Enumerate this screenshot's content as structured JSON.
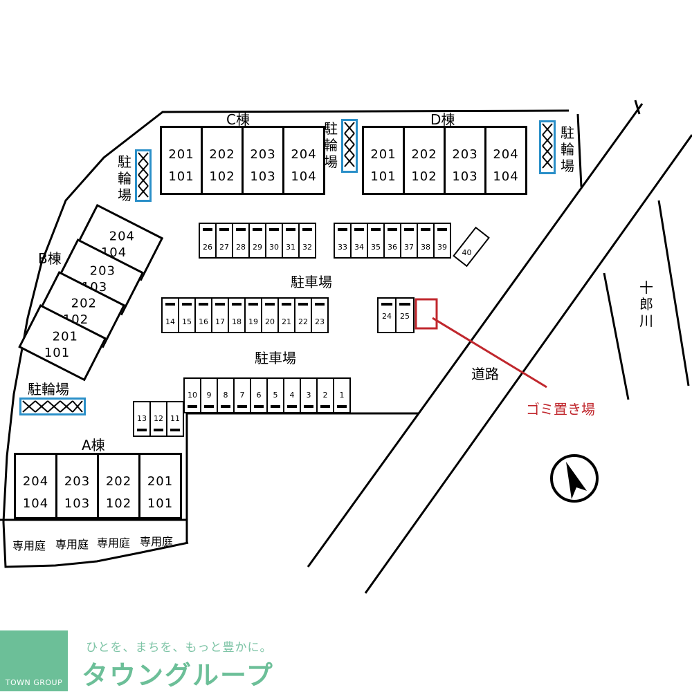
{
  "buildings": {
    "c_label": "C棟",
    "d_label": "D棟",
    "b_label": "B棟",
    "a_label": "A棟"
  },
  "c_units": [
    {
      "top": "201",
      "bottom": "101"
    },
    {
      "top": "202",
      "bottom": "102"
    },
    {
      "top": "203",
      "bottom": "103"
    },
    {
      "top": "204",
      "bottom": "104"
    }
  ],
  "d_units": [
    {
      "top": "201",
      "bottom": "101"
    },
    {
      "top": "202",
      "bottom": "102"
    },
    {
      "top": "203",
      "bottom": "103"
    },
    {
      "top": "204",
      "bottom": "104"
    }
  ],
  "b_units": [
    {
      "top": "204",
      "bottom": "104"
    },
    {
      "top": "203",
      "bottom": "103"
    },
    {
      "top": "202",
      "bottom": "102"
    },
    {
      "top": "201",
      "bottom": "101"
    }
  ],
  "a_units": [
    {
      "top": "204",
      "bottom": "104"
    },
    {
      "top": "203",
      "bottom": "103"
    },
    {
      "top": "202",
      "bottom": "102"
    },
    {
      "top": "201",
      "bottom": "101"
    }
  ],
  "gardens": [
    "専用庭",
    "専用庭",
    "専用庭",
    "専用庭"
  ],
  "bicycle_parking_label": "駐輪場",
  "parking_label": "駐車場",
  "parking_rows": {
    "row_c": [
      "26",
      "27",
      "28",
      "29",
      "30",
      "31",
      "32"
    ],
    "row_d": [
      "33",
      "34",
      "35",
      "36",
      "37",
      "38",
      "39"
    ],
    "row_mid": [
      "14",
      "15",
      "16",
      "17",
      "18",
      "19",
      "20",
      "21",
      "22",
      "23"
    ],
    "row_side": [
      "24",
      "25"
    ],
    "row_low": [
      "10",
      "9",
      "8",
      "7",
      "6",
      "5",
      "4",
      "3",
      "2",
      "1"
    ],
    "row_a": [
      "13",
      "12",
      "11"
    ],
    "angled": "40"
  },
  "road_label": "道路",
  "river_label": "十郎川",
  "garbage_label": "ゴミ置き場",
  "colors": {
    "bicycle_frame": "#2a8fc8",
    "garbage": "#c0272d",
    "brand": "#6cbf98"
  },
  "footer": {
    "slogan": "ひとを、まちを、もっと豊かに。",
    "brand": "タウングループ",
    "logo_text": "TOWN GROUP"
  }
}
